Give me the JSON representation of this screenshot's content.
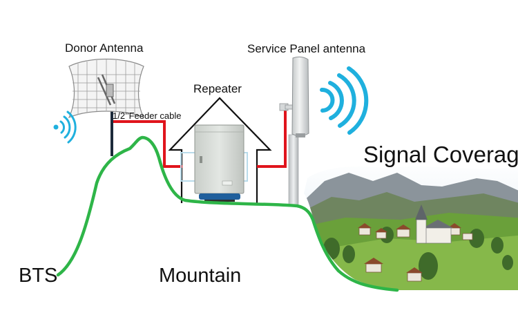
{
  "labels": {
    "donor_antenna": "Donor Antenna",
    "service_panel_antenna": "Service Panel antenna",
    "repeater": "Repeater",
    "feeder_cable": "1/2’’Feeder cable",
    "signal_coverage": "Signal Coverage",
    "bts": "BTS",
    "mountain": "Mountain"
  },
  "colors": {
    "mountain_line": "#2eb548",
    "feeder_cable": "#e0141c",
    "signal_waves": "#1fb0de",
    "house_outline": "#111111",
    "repeater_box": "#d4d9d4",
    "sky": "#cfe2ef",
    "hills": "#7f8a92",
    "meadow": "#6aa03a"
  },
  "icons": {
    "donor": "grid-parabolic-antenna-icon",
    "panel": "sector-panel-antenna-icon",
    "repeater": "repeater-cabinet-icon",
    "waves": "wifi-wave-icon"
  }
}
